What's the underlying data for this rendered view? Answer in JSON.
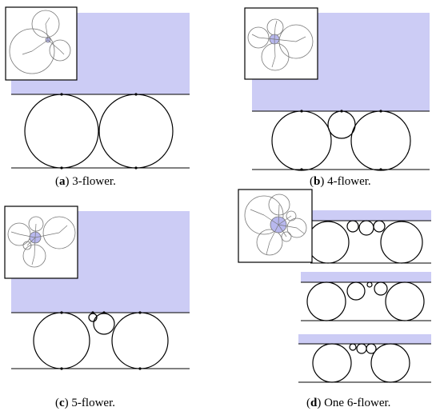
{
  "colors": {
    "band": "#ccccf5",
    "stroke": "#000000",
    "flower": "#777777",
    "center": "#b8b8ee"
  },
  "panels": [
    {
      "letter": "a",
      "caption": "3-flower."
    },
    {
      "letter": "b",
      "caption": "4-flower."
    },
    {
      "letter": "c",
      "caption": "5-flower."
    },
    {
      "letter": "d",
      "caption": "One 6-flower."
    }
  ]
}
